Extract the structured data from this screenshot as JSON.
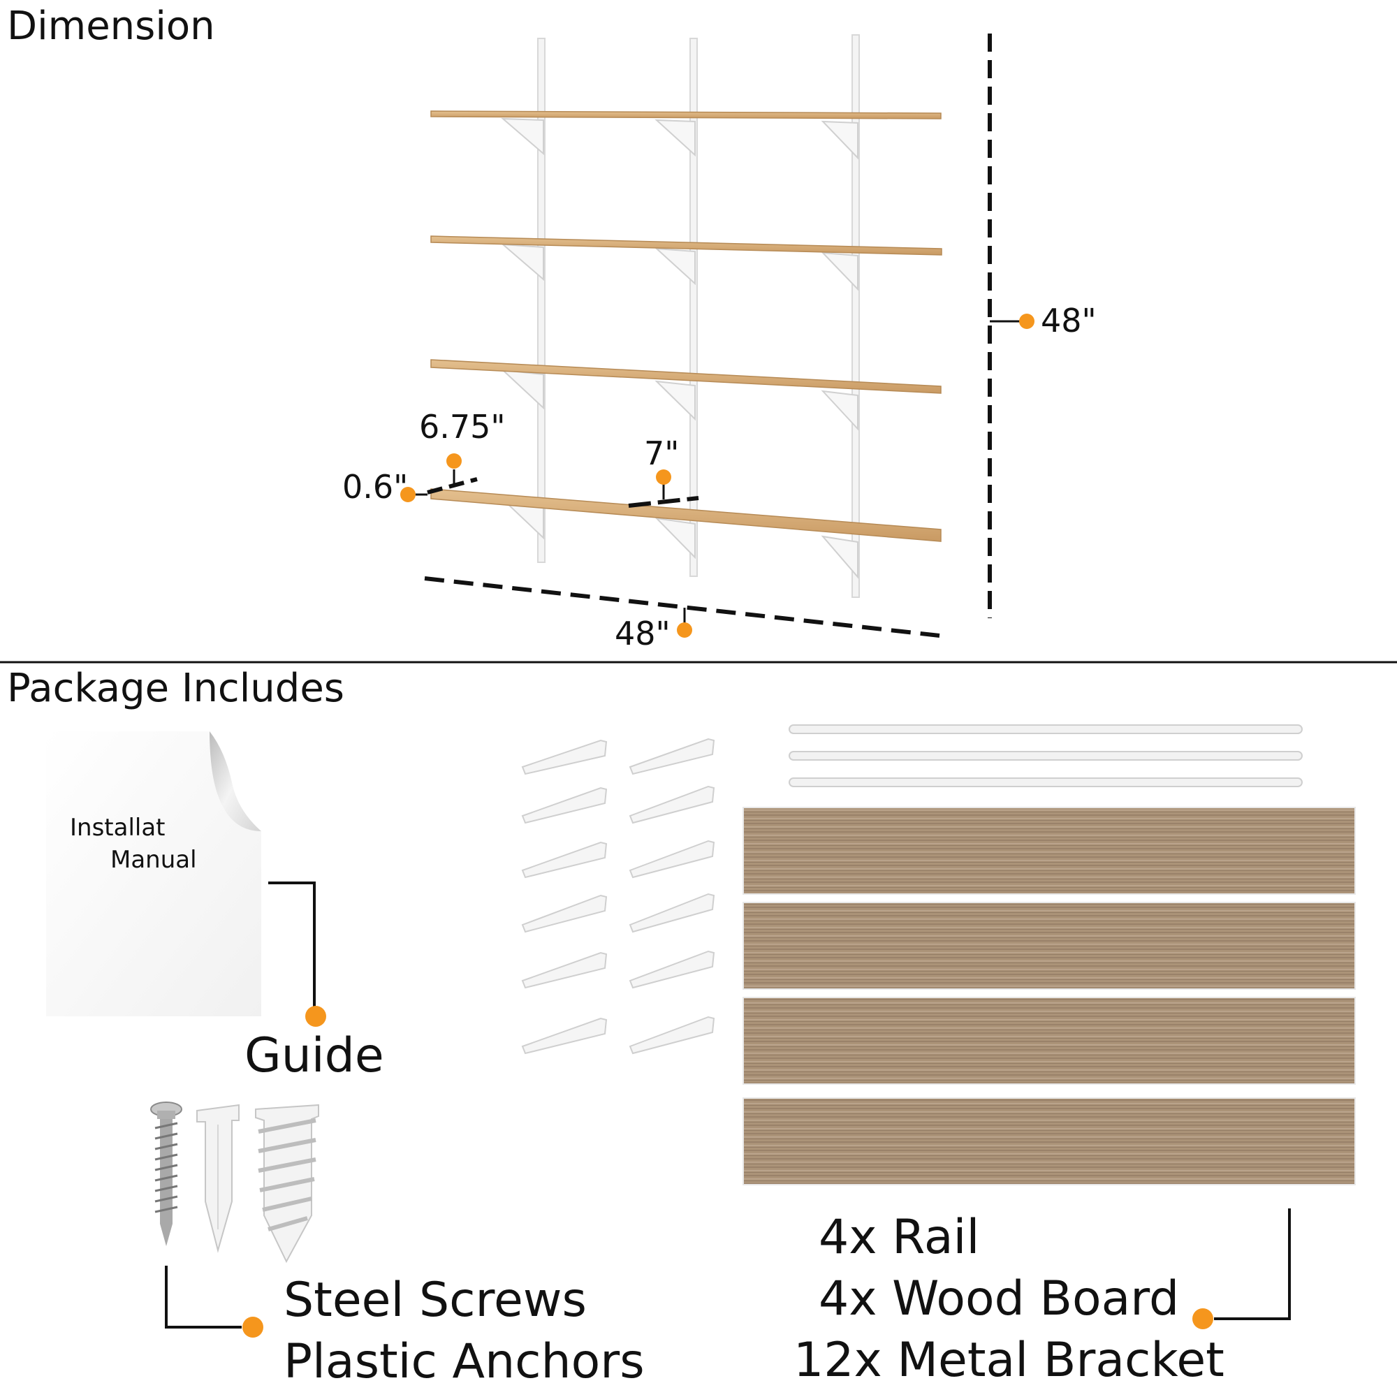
{
  "sections": {
    "dimension_title": "Dimension",
    "package_title": "Package Includes"
  },
  "dimensions": {
    "height": "48\"",
    "width": "48\"",
    "depth": "6.75\"",
    "thickness": "0.6\"",
    "spacing": "7\""
  },
  "package": {
    "manual_line1": "Installat",
    "manual_line2": "Manual",
    "guide_label": "Guide",
    "hardware_line1": "Steel Screws",
    "hardware_line2": "Plastic Anchors",
    "parts_line1": "4x Rail",
    "parts_line2": "4x Wood Board",
    "parts_line3": "12x Metal Bracket"
  },
  "colors": {
    "accent": "#f5961d",
    "wood": "#d7ad7b",
    "board": "#ab9378",
    "line": "#111111"
  },
  "icons": [
    "shelf-icon",
    "wall-rail-icon",
    "bracket-icon",
    "screw-icon",
    "plastic-anchor-icon",
    "manual-icon"
  ]
}
